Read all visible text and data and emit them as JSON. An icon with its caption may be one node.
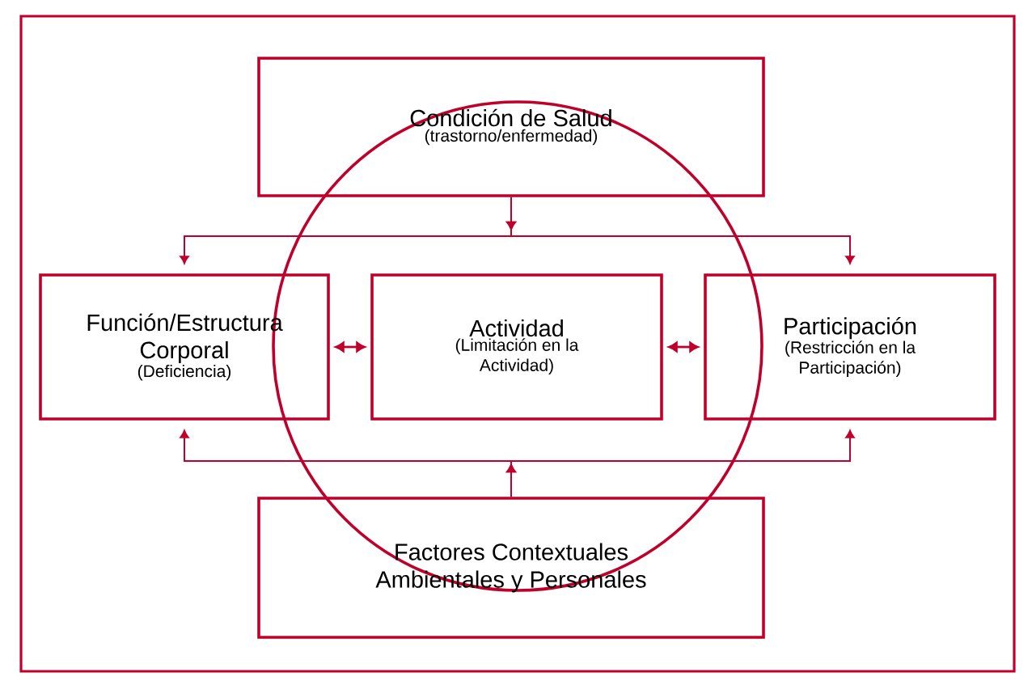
{
  "diagram": {
    "nodes": [
      {
        "text": [
          "Condición de Salud",
          "(trastorno/enfermedad)"
        ]
      },
      {
        "text": [
          "Función/Estructura Corporal",
          "(Deficiencia)"
        ]
      },
      {
        "text": [
          "Actividad",
          "(Limitación en la Actividad)"
        ]
      },
      {
        "text": [
          "Participación",
          "(Restricción en la Participación)"
        ]
      },
      {
        "text": [
          "Factores Contextuales Ambientales y Personales"
        ]
      }
    ],
    "edges": [
      {
        "from": 0,
        "to": 1,
        "arrow": "to"
      },
      {
        "from": 0,
        "to": 3,
        "arrow": "to"
      },
      {
        "from": 1,
        "to": 2,
        "arrow": "both"
      },
      {
        "from": 2,
        "to": 3,
        "arrow": "both"
      },
      {
        "from": 4,
        "to": 1,
        "arrow": "to"
      },
      {
        "from": 4,
        "to": 3,
        "arrow": "to"
      }
    ]
  }
}
